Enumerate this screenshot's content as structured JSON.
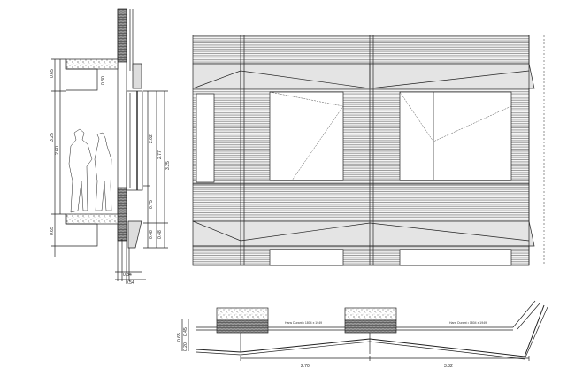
{
  "section": {
    "dimensions_left": [
      "0.65",
      "0.30",
      "3.25",
      "2.60",
      "0.65"
    ],
    "dimensions_right": [
      "2.02",
      "2.77",
      "3.25",
      "0.75",
      "0.48",
      "0.48"
    ],
    "dimensions_bottom": [
      "0.34",
      "0.54"
    ]
  },
  "plan": {
    "dimensions_left": [
      "0.65",
      "0.45",
      "0.20"
    ],
    "dimensions_bottom": [
      "2.70",
      "3.32"
    ],
    "labels": [
      "Hans Durant • 1804 x 1949",
      "Hans Durant • 1804 x 1949"
    ]
  },
  "colors": {
    "line": "#222222",
    "panel_fill": "#e4e4e4",
    "hatch": "#777777"
  }
}
